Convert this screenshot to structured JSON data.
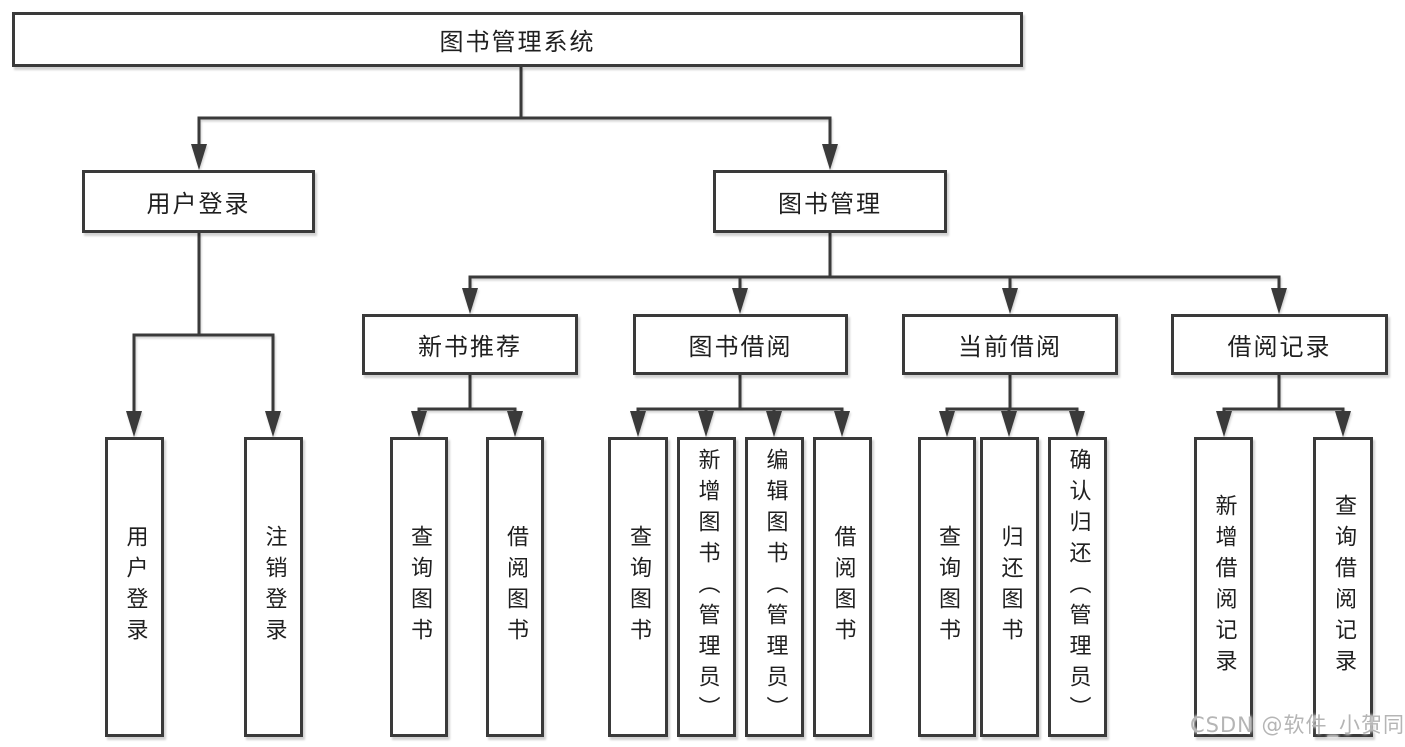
{
  "diagram": {
    "root": {
      "label": "图书管理系统"
    },
    "branches": [
      {
        "label": "用户登录",
        "children": [
          {
            "label": "用户登录"
          },
          {
            "label": "注销登录"
          }
        ]
      },
      {
        "label": "图书管理",
        "children": [
          {
            "label": "新书推荐",
            "children": [
              {
                "label": "查询图书"
              },
              {
                "label": "借阅图书"
              }
            ]
          },
          {
            "label": "图书借阅",
            "children": [
              {
                "label": "查询图书"
              },
              {
                "label": "新增图书（管理员）"
              },
              {
                "label": "编辑图书（管理员）"
              },
              {
                "label": "借阅图书"
              }
            ]
          },
          {
            "label": "当前借阅",
            "children": [
              {
                "label": "查询图书"
              },
              {
                "label": "归还图书"
              },
              {
                "label": "确认归还（管理员）"
              }
            ]
          },
          {
            "label": "借阅记录",
            "children": [
              {
                "label": "新增借阅记录"
              },
              {
                "label": "查询借阅记录"
              }
            ]
          }
        ]
      }
    ]
  },
  "watermark": {
    "text": "CSDN @软件_小贺同学"
  },
  "colors": {
    "line": "#3a3a3a",
    "box_border": "#3a3a3a",
    "text": "#1f1f1f",
    "watermark": "#b5b5b5",
    "background": "#ffffff"
  }
}
